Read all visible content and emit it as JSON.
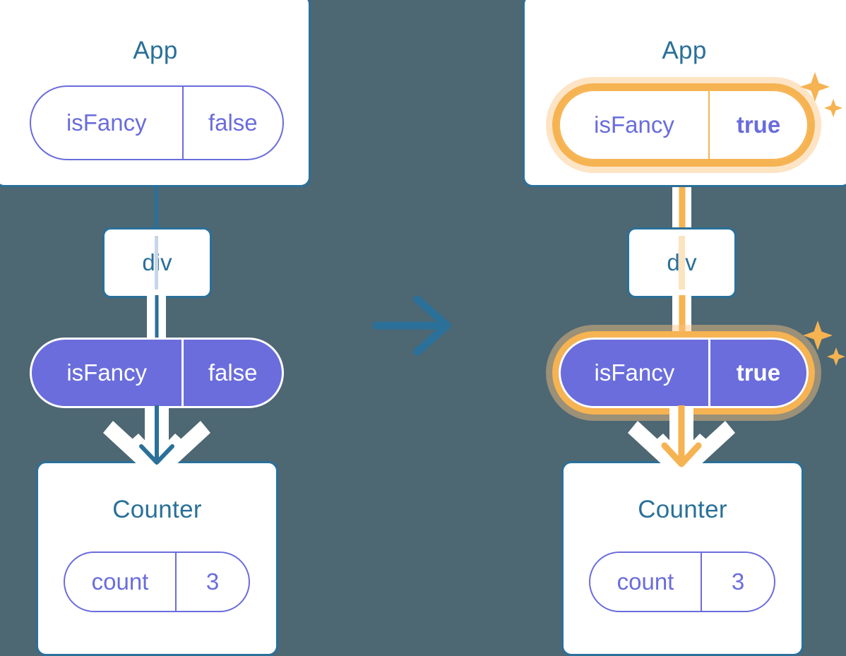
{
  "meta": {
    "background_color": "#4d6773",
    "accent_blue": "#2a7099",
    "accent_purple": "#6a6ddb",
    "accent_orange": "#f6b352",
    "highlight_glow": "#fac47e"
  },
  "transition_arrow": {
    "icon": "arrow-right-icon",
    "color": "#2a7099"
  },
  "panels": [
    {
      "id": "before",
      "app": {
        "title": "App",
        "state_pill": {
          "name": "isFancy",
          "value": "false",
          "style": "outline",
          "highlighted": false
        }
      },
      "dom": {
        "tag": "div"
      },
      "prop_pill": {
        "name": "isFancy",
        "value": "false",
        "style": "filled",
        "highlighted": false
      },
      "counter": {
        "title": "Counter",
        "state_pill": {
          "name": "count",
          "value": "3",
          "style": "outline",
          "highlighted": false
        }
      },
      "connector_color": "#2a7099",
      "arrow_color": "#2a7099",
      "sparkles": false
    },
    {
      "id": "after",
      "app": {
        "title": "App",
        "state_pill": {
          "name": "isFancy",
          "value": "true",
          "style": "outline",
          "highlighted": true
        }
      },
      "dom": {
        "tag": "div"
      },
      "prop_pill": {
        "name": "isFancy",
        "value": "true",
        "style": "filled",
        "highlighted": true
      },
      "counter": {
        "title": "Counter",
        "state_pill": {
          "name": "count",
          "value": "3",
          "style": "outline",
          "highlighted": false
        }
      },
      "connector_color": "#f6b352",
      "arrow_color": "#f6b352",
      "sparkles": true
    }
  ]
}
